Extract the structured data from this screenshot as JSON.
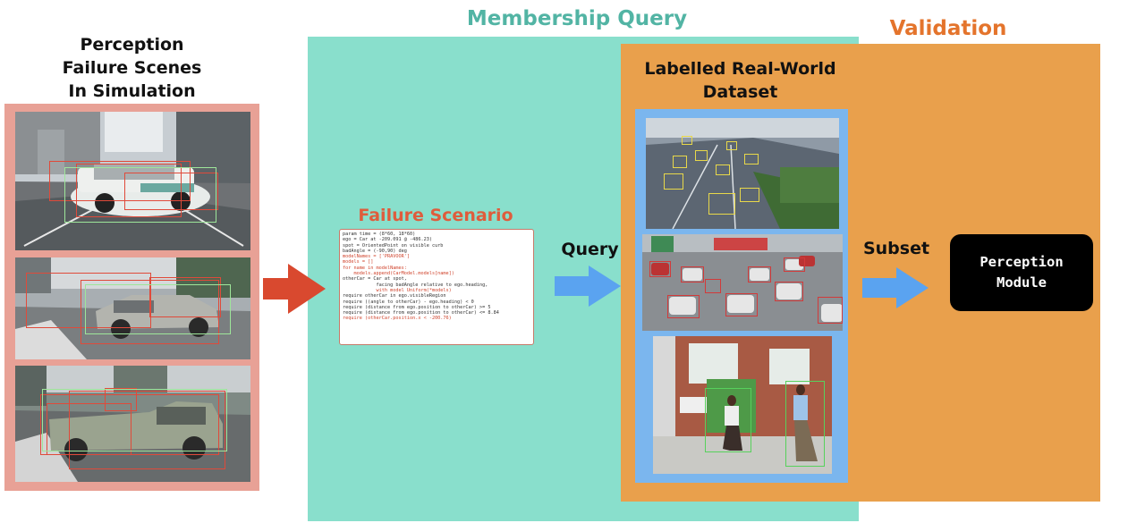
{
  "titles": {
    "perception": [
      "Perception",
      "Failure Scenes",
      "In Simulation"
    ],
    "membership": "Membership Query",
    "validation": "Validation",
    "dataset": [
      "Labelled Real-World",
      "Dataset"
    ],
    "failure_scenario": "Failure Scenario",
    "query": "Query",
    "subset": "Subset",
    "module": [
      "Perception",
      "Module"
    ]
  },
  "code_lines": [
    {
      "text": "param time = (8*60, 18*60)",
      "red": false
    },
    {
      "text": "ego = Car at -209.091 @ -486.23)",
      "red": false
    },
    {
      "text": "",
      "red": false
    },
    {
      "text": "spot = OrientedPoint on visible curb",
      "red": false
    },
    {
      "text": "badAngle = (-90,90) deg",
      "red": false
    },
    {
      "text": "",
      "red": false
    },
    {
      "text": "modelNames = ['PRAVOOR']",
      "red": true
    },
    {
      "text": "models = []",
      "red": true
    },
    {
      "text": "for name in modelNames:",
      "red": true
    },
    {
      "text": "    models.append(CarModel.models[name])",
      "red": true
    },
    {
      "text": "",
      "red": false
    },
    {
      "text": "otherCar = Car at spot,",
      "red": false
    },
    {
      "text": "            facing badAngle relative to ego.heading,",
      "red": false
    },
    {
      "text": "            with model Uniform(*models)",
      "red": true
    },
    {
      "text": "",
      "red": false
    },
    {
      "text": "require otherCar in ego.visibleRegion",
      "red": false
    },
    {
      "text": "require ((angle to otherCar) - ego.heading) < 0",
      "red": false
    },
    {
      "text": "require (distance from ego.position to otherCar) >= 5",
      "red": false
    },
    {
      "text": "require (distance from ego.position to otherCar) <= 8.84",
      "red": false
    },
    {
      "text": "require (otherCar.position.x < -200.76)",
      "red": true
    }
  ],
  "colors": {
    "membership_bg": "#89dfcc",
    "validation_bg": "#e9a04c",
    "perception_bg": "#e8a196",
    "dataset_frame": "#7bb6ee",
    "arrow_red": "#d9492f",
    "arrow_blue": "#5aa3f0",
    "membership_title": "#52b4a4",
    "validation_title": "#e4742c",
    "failure_title": "#df5c3c"
  }
}
